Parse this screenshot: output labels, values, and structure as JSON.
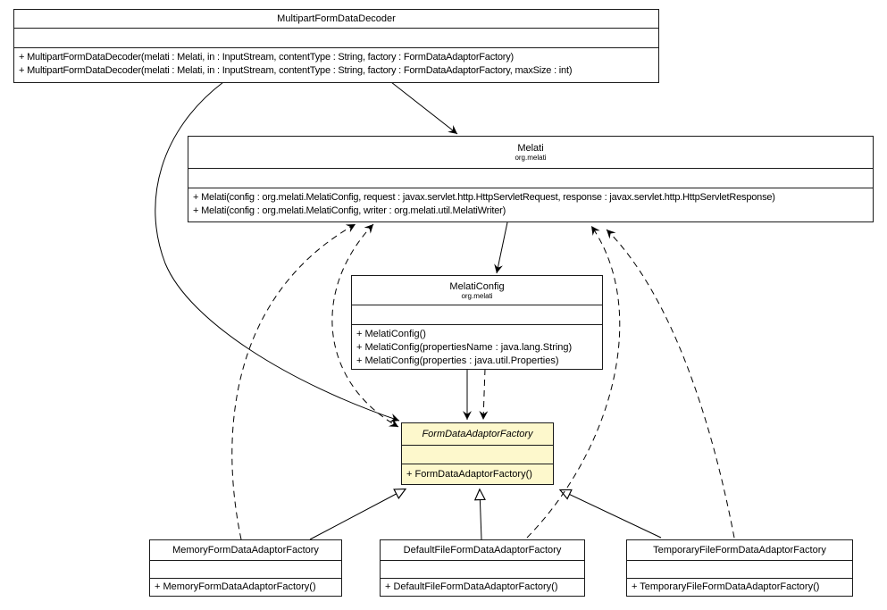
{
  "diagram_type": "uml-class-diagram",
  "colors": {
    "background": "#FFFFFF",
    "class_fill": "#FFFFFF",
    "highlight_class_fill": "#FDF8CC",
    "line_color": "#000000"
  },
  "classes": {
    "decoder": {
      "name": "MultipartFormDataDecoder",
      "methods": [
        "+ MultipartFormDataDecoder(melati : Melati, in : InputStream, contentType : String, factory : FormDataAdaptorFactory)",
        "+ MultipartFormDataDecoder(melati : Melati, in : InputStream, contentType : String, factory : FormDataAdaptorFactory, maxSize : int)"
      ]
    },
    "melati": {
      "name": "Melati",
      "package": "org.melati",
      "methods": [
        "+ Melati(config : org.melati.MelatiConfig, request : javax.servlet.http.HttpServletRequest, response : javax.servlet.http.HttpServletResponse)",
        "+ Melati(config : org.melati.MelatiConfig, writer : org.melati.util.MelatiWriter)"
      ]
    },
    "melati_config": {
      "name": "MelatiConfig",
      "package": "org.melati",
      "methods": [
        "+ MelatiConfig()",
        "+ MelatiConfig(propertiesName : java.lang.String)",
        "+ MelatiConfig(properties : java.util.Properties)"
      ]
    },
    "fdaf": {
      "name": "FormDataAdaptorFactory",
      "abstract": true,
      "methods": [
        "+ FormDataAdaptorFactory()"
      ]
    },
    "memory": {
      "name": "MemoryFormDataAdaptorFactory",
      "methods": [
        "+ MemoryFormDataAdaptorFactory()"
      ]
    },
    "default_file": {
      "name": "DefaultFileFormDataAdaptorFactory",
      "methods": [
        "+ DefaultFileFormDataAdaptorFactory()"
      ]
    },
    "temporary_file": {
      "name": "TemporaryFileFormDataAdaptorFactory",
      "methods": [
        "+ TemporaryFileFormDataAdaptorFactory()"
      ]
    }
  },
  "relations": [
    {
      "from": "MultipartFormDataDecoder",
      "to": "Melati",
      "type": "association"
    },
    {
      "from": "MultipartFormDataDecoder",
      "to": "FormDataAdaptorFactory",
      "type": "association"
    },
    {
      "from": "Melati",
      "to": "MelatiConfig",
      "type": "association"
    },
    {
      "from": "MelatiConfig",
      "to": "FormDataAdaptorFactory",
      "type": "association"
    },
    {
      "from": "MelatiConfig",
      "to": "FormDataAdaptorFactory",
      "type": "dependency"
    },
    {
      "from": "MemoryFormDataAdaptorFactory",
      "to": "Melati",
      "type": "dependency"
    },
    {
      "from": "FormDataAdaptorFactory",
      "to": "Melati",
      "type": "dependency-bidirectional"
    },
    {
      "from": "DefaultFileFormDataAdaptorFactory",
      "to": "Melati",
      "type": "dependency"
    },
    {
      "from": "TemporaryFileFormDataAdaptorFactory",
      "to": "Melati",
      "type": "dependency"
    },
    {
      "from": "MemoryFormDataAdaptorFactory",
      "to": "FormDataAdaptorFactory",
      "type": "generalization"
    },
    {
      "from": "DefaultFileFormDataAdaptorFactory",
      "to": "FormDataAdaptorFactory",
      "type": "generalization"
    },
    {
      "from": "TemporaryFileFormDataAdaptorFactory",
      "to": "FormDataAdaptorFactory",
      "type": "generalization"
    }
  ]
}
